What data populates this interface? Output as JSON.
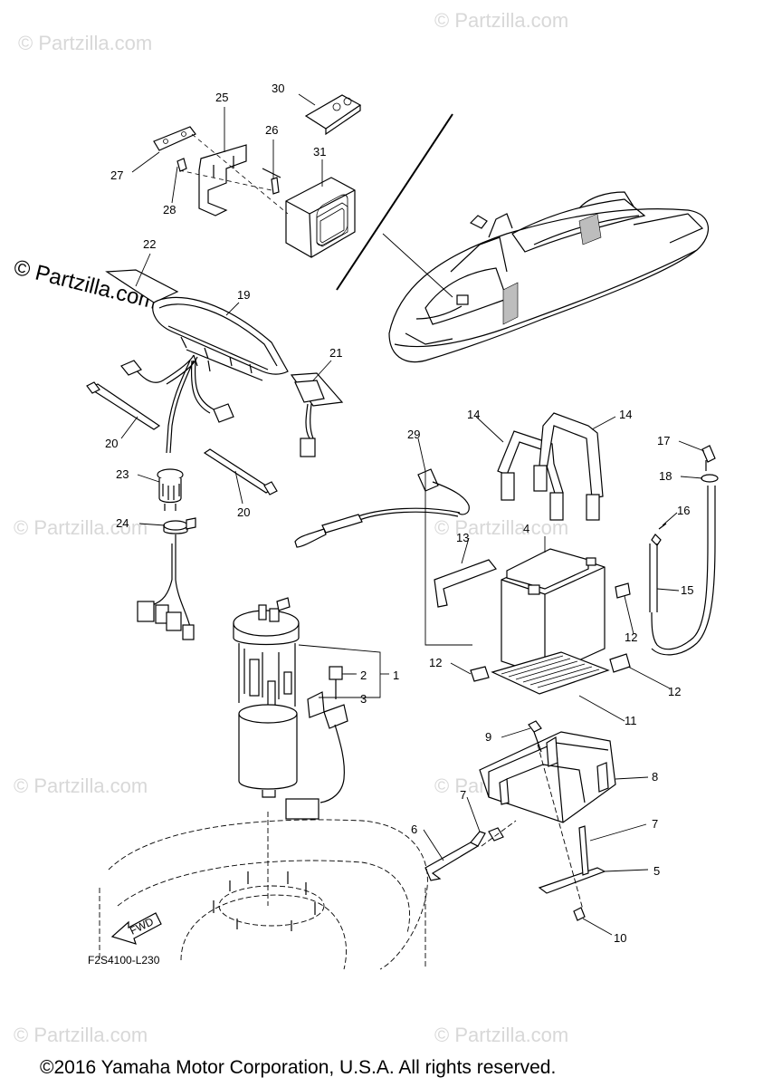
{
  "watermarks": {
    "small": "© Partzilla.com",
    "large": "© Partzilla.com"
  },
  "callouts": [
    {
      "id": "c30",
      "text": "30"
    },
    {
      "id": "c25",
      "text": "25"
    },
    {
      "id": "c26",
      "text": "26"
    },
    {
      "id": "c31",
      "text": "31"
    },
    {
      "id": "c27",
      "text": "27"
    },
    {
      "id": "c28",
      "text": "28"
    },
    {
      "id": "c22",
      "text": "22"
    },
    {
      "id": "c19",
      "text": "19"
    },
    {
      "id": "c21",
      "text": "21"
    },
    {
      "id": "c20a",
      "text": "20"
    },
    {
      "id": "c20b",
      "text": "20"
    },
    {
      "id": "c23",
      "text": "23"
    },
    {
      "id": "c24",
      "text": "24"
    },
    {
      "id": "c29",
      "text": "29"
    },
    {
      "id": "c14a",
      "text": "14"
    },
    {
      "id": "c14b",
      "text": "14"
    },
    {
      "id": "c17",
      "text": "17"
    },
    {
      "id": "c18",
      "text": "18"
    },
    {
      "id": "c16",
      "text": "16"
    },
    {
      "id": "c15",
      "text": "15"
    },
    {
      "id": "c13",
      "text": "13"
    },
    {
      "id": "c4",
      "text": "4"
    },
    {
      "id": "c12a",
      "text": "12"
    },
    {
      "id": "c12b",
      "text": "12"
    },
    {
      "id": "c12c",
      "text": "12"
    },
    {
      "id": "c11",
      "text": "11"
    },
    {
      "id": "c2",
      "text": "2"
    },
    {
      "id": "c1",
      "text": "1"
    },
    {
      "id": "c3",
      "text": "3"
    },
    {
      "id": "c9",
      "text": "9"
    },
    {
      "id": "c8",
      "text": "8"
    },
    {
      "id": "c7a",
      "text": "7"
    },
    {
      "id": "c7b",
      "text": "7"
    },
    {
      "id": "c6",
      "text": "6"
    },
    {
      "id": "c5",
      "text": "5"
    },
    {
      "id": "c10",
      "text": "10"
    }
  ],
  "fwd_label": "FWD",
  "diagram_code": "F2S4100-L230",
  "copyright": "©2016 Yamaha Motor Corporation, U.S.A. All rights reserved."
}
